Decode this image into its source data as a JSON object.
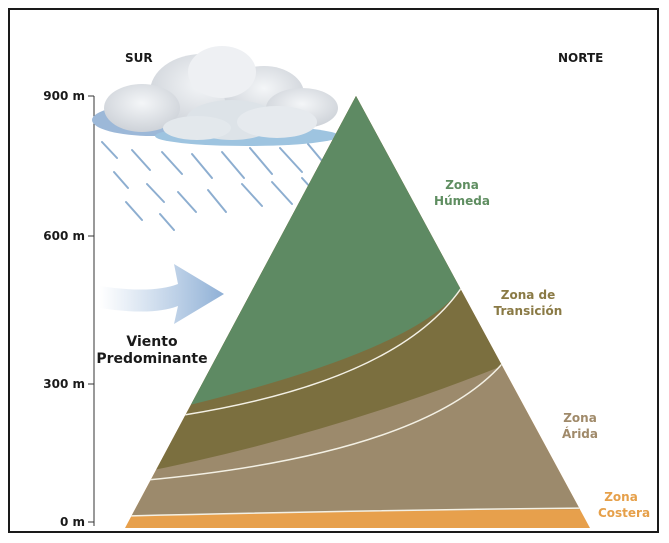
{
  "directions": {
    "south": "SUR",
    "north": "NORTE"
  },
  "axis": {
    "ticks": [
      "900 m",
      "600 m",
      "300 m",
      "0 m"
    ]
  },
  "wind": {
    "line1": "Viento",
    "line2": "Predominante"
  },
  "zones": [
    {
      "line1": "Zona",
      "line2": "Húmeda",
      "color": "#5f8e61"
    },
    {
      "line1": "Zona de",
      "line2": "Transición",
      "color": "#8a7a45"
    },
    {
      "line1": "Zona",
      "line2": "Árida",
      "color": "#a08a6a"
    },
    {
      "line1": "Zona",
      "line2": "Costera",
      "color": "#e6a04a"
    }
  ],
  "colors": {
    "humid": "#5e8a63",
    "transition": "#7b6f3f",
    "arid": "#9c8a6c",
    "coastal": "#e7a04c",
    "arrow": "#8fb0d6",
    "rain": "#7aa0c8"
  }
}
